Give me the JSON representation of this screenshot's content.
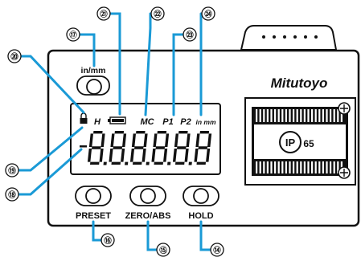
{
  "colors": {
    "leader_line": "#1a9ad6",
    "outline": "#111111",
    "panel_fill": "#ffffff"
  },
  "brand": {
    "name": "Mitutoyo"
  },
  "badge": {
    "ip_label": "IP",
    "ip_number": "65"
  },
  "buttons": {
    "unit": {
      "label": "in/mm"
    },
    "preset": {
      "label": "PRESET"
    },
    "zero_abs": {
      "label": "ZERO/ABS"
    },
    "hold": {
      "label": "HOLD"
    }
  },
  "lcd": {
    "digits": "8.8.8.8.8.8",
    "indicators": {
      "lock": "lock",
      "hold": "H",
      "battery": "battery",
      "mc": "MC",
      "p1": "P1",
      "p2": "P2",
      "unit": "in mm"
    },
    "minus_sign": "-"
  },
  "callouts": {
    "n14": "⑭",
    "n15": "⑮",
    "n16": "⑯",
    "n17": "⑰",
    "n18": "⑱",
    "n19": "⑲",
    "n20": "⑳",
    "n21": "㉑",
    "n22": "㉒",
    "n23": "㉓",
    "n24": "㉔"
  }
}
